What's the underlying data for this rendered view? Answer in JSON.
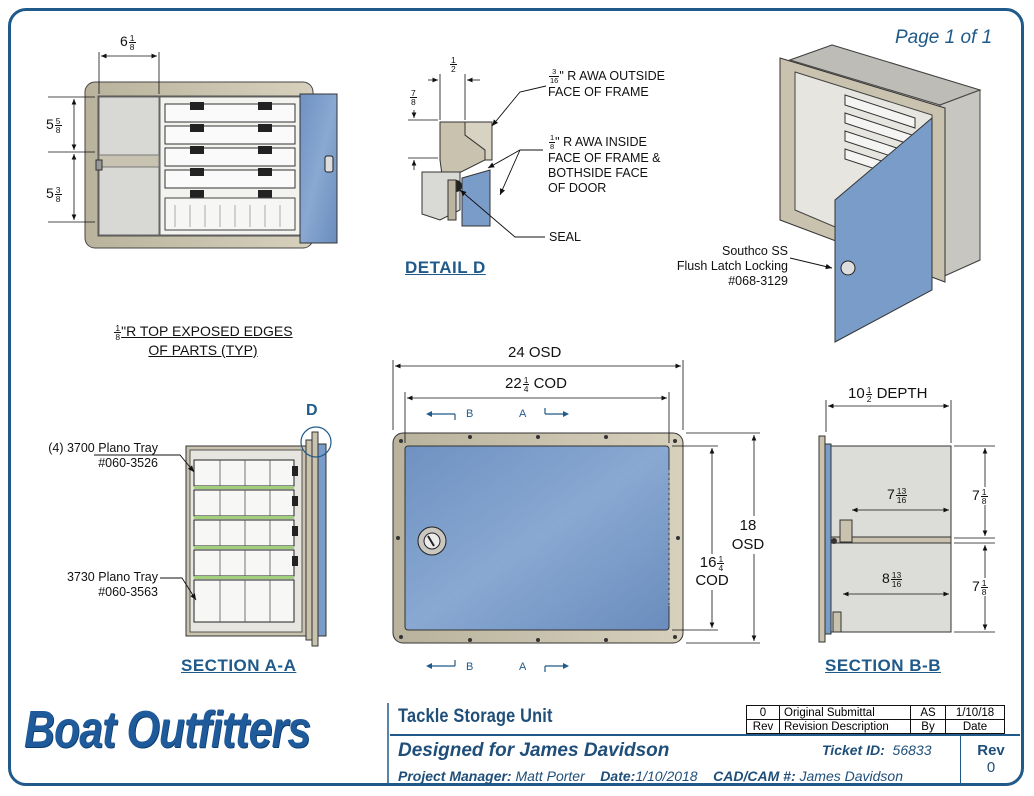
{
  "page": {
    "label": "Page 1 of 1"
  },
  "colors": {
    "border": "#1f5a8a",
    "door": "#7a9cc8",
    "frame": "#c9c2ae",
    "text_blue": "#1f4e79"
  },
  "top_view": {
    "dim_width": {
      "whole": "6",
      "num": "1",
      "den": "8"
    },
    "dim_upper": {
      "whole": "5",
      "num": "5",
      "den": "8"
    },
    "dim_lower": {
      "whole": "5",
      "num": "3",
      "den": "8"
    }
  },
  "detail_d": {
    "title": "DETAIL  D",
    "dim_half": {
      "num": "1",
      "den": "2"
    },
    "dim_seven_eighths": {
      "num": "7",
      "den": "8"
    },
    "note_outside": {
      "num": "3",
      "den": "16",
      "line1": "\" R AWA OUTSIDE",
      "line2": "FACE OF FRAME"
    },
    "note_inside": {
      "num": "1",
      "den": "8",
      "line1": "\" R AWA INSIDE",
      "line2": "FACE OF FRAME &",
      "line3": "BOTHSIDE FACE",
      "line4": "OF DOOR"
    },
    "seal": "SEAL"
  },
  "iso_view": {
    "latch_note": [
      "Southco SS",
      "Flush Latch Locking",
      "#068-3129"
    ]
  },
  "edge_note": {
    "num": "1",
    "den": "8",
    "line1": "\"R TOP EXPOSED EDGES",
    "line2": "OF PARTS (TYP)"
  },
  "section_aa": {
    "title": "SECTION A-A",
    "detail_marker": "D",
    "tray_note_1": [
      "(4) 3700 Plano Tray",
      "#060-3526"
    ],
    "tray_note_2": [
      "3730 Plano Tray",
      "#060-3563"
    ]
  },
  "front_view": {
    "osd_width": "24 OSD",
    "cod_width": {
      "whole": "22",
      "num": "1",
      "den": "4",
      "suffix": " COD"
    },
    "height_osd": [
      "18",
      "OSD"
    ],
    "height_cod": {
      "whole": "16",
      "num": "1",
      "den": "4",
      "suffix": "COD"
    },
    "section_labels": {
      "b": "B",
      "a": "A"
    }
  },
  "section_bb": {
    "title": "SECTION B-B",
    "depth": {
      "whole": "10",
      "num": "1",
      "den": "2",
      "suffix": " DEPTH"
    },
    "upper_depth": {
      "whole": "7",
      "num": "13",
      "den": "16"
    },
    "lower_depth": {
      "whole": "8",
      "num": "13",
      "den": "16"
    },
    "upper_height": {
      "whole": "7",
      "num": "1",
      "den": "8"
    },
    "lower_height": {
      "whole": "7",
      "num": "1",
      "den": "8"
    }
  },
  "title_block": {
    "logo": "Boat Outfitters",
    "project": "Tackle Storage Unit",
    "designed_for": "Designed for James Davidson",
    "pm_label": "Project Manager:",
    "pm_value": "Matt Porter",
    "date_label": "Date:",
    "date_value": "1/10/2018",
    "cad_label": "CAD/CAM #:",
    "cad_value": "James Davidson",
    "ticket_label": "Ticket ID:",
    "ticket_value": "56833",
    "rev_label": "Rev",
    "rev_value": "0",
    "revision_rows": [
      {
        "rev": "0",
        "desc": "Original Submittal",
        "by": "AS",
        "date": "1/10/18"
      },
      {
        "rev": "Rev",
        "desc": "Revision Description",
        "by": "By",
        "date": "Date"
      }
    ]
  }
}
